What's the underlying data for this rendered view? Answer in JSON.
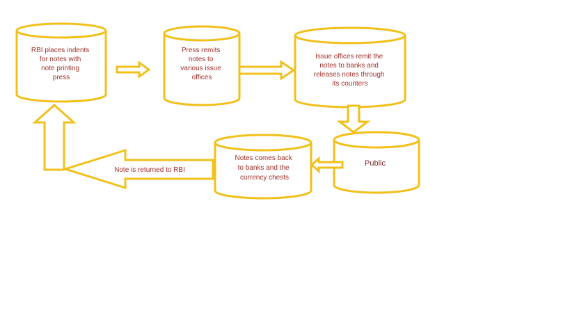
{
  "diagram": {
    "nodes": {
      "rbi": [
        "RBI places indents",
        "for notes with",
        "note printing",
        "press"
      ],
      "press": [
        "Press remits",
        "notes to",
        "various issue",
        "offices"
      ],
      "issue": [
        "Issue offices remit the",
        "notes to banks and",
        "releases notes through",
        "its counters"
      ],
      "public": [
        "Public"
      ],
      "banks": [
        "Notes comes back",
        "to banks and the",
        "currency chests"
      ]
    },
    "return_arrow_label": "Note is returned to RBI"
  },
  "colors": {
    "shape_stroke": "#f2c01a",
    "label_text": "#a0302a"
  }
}
